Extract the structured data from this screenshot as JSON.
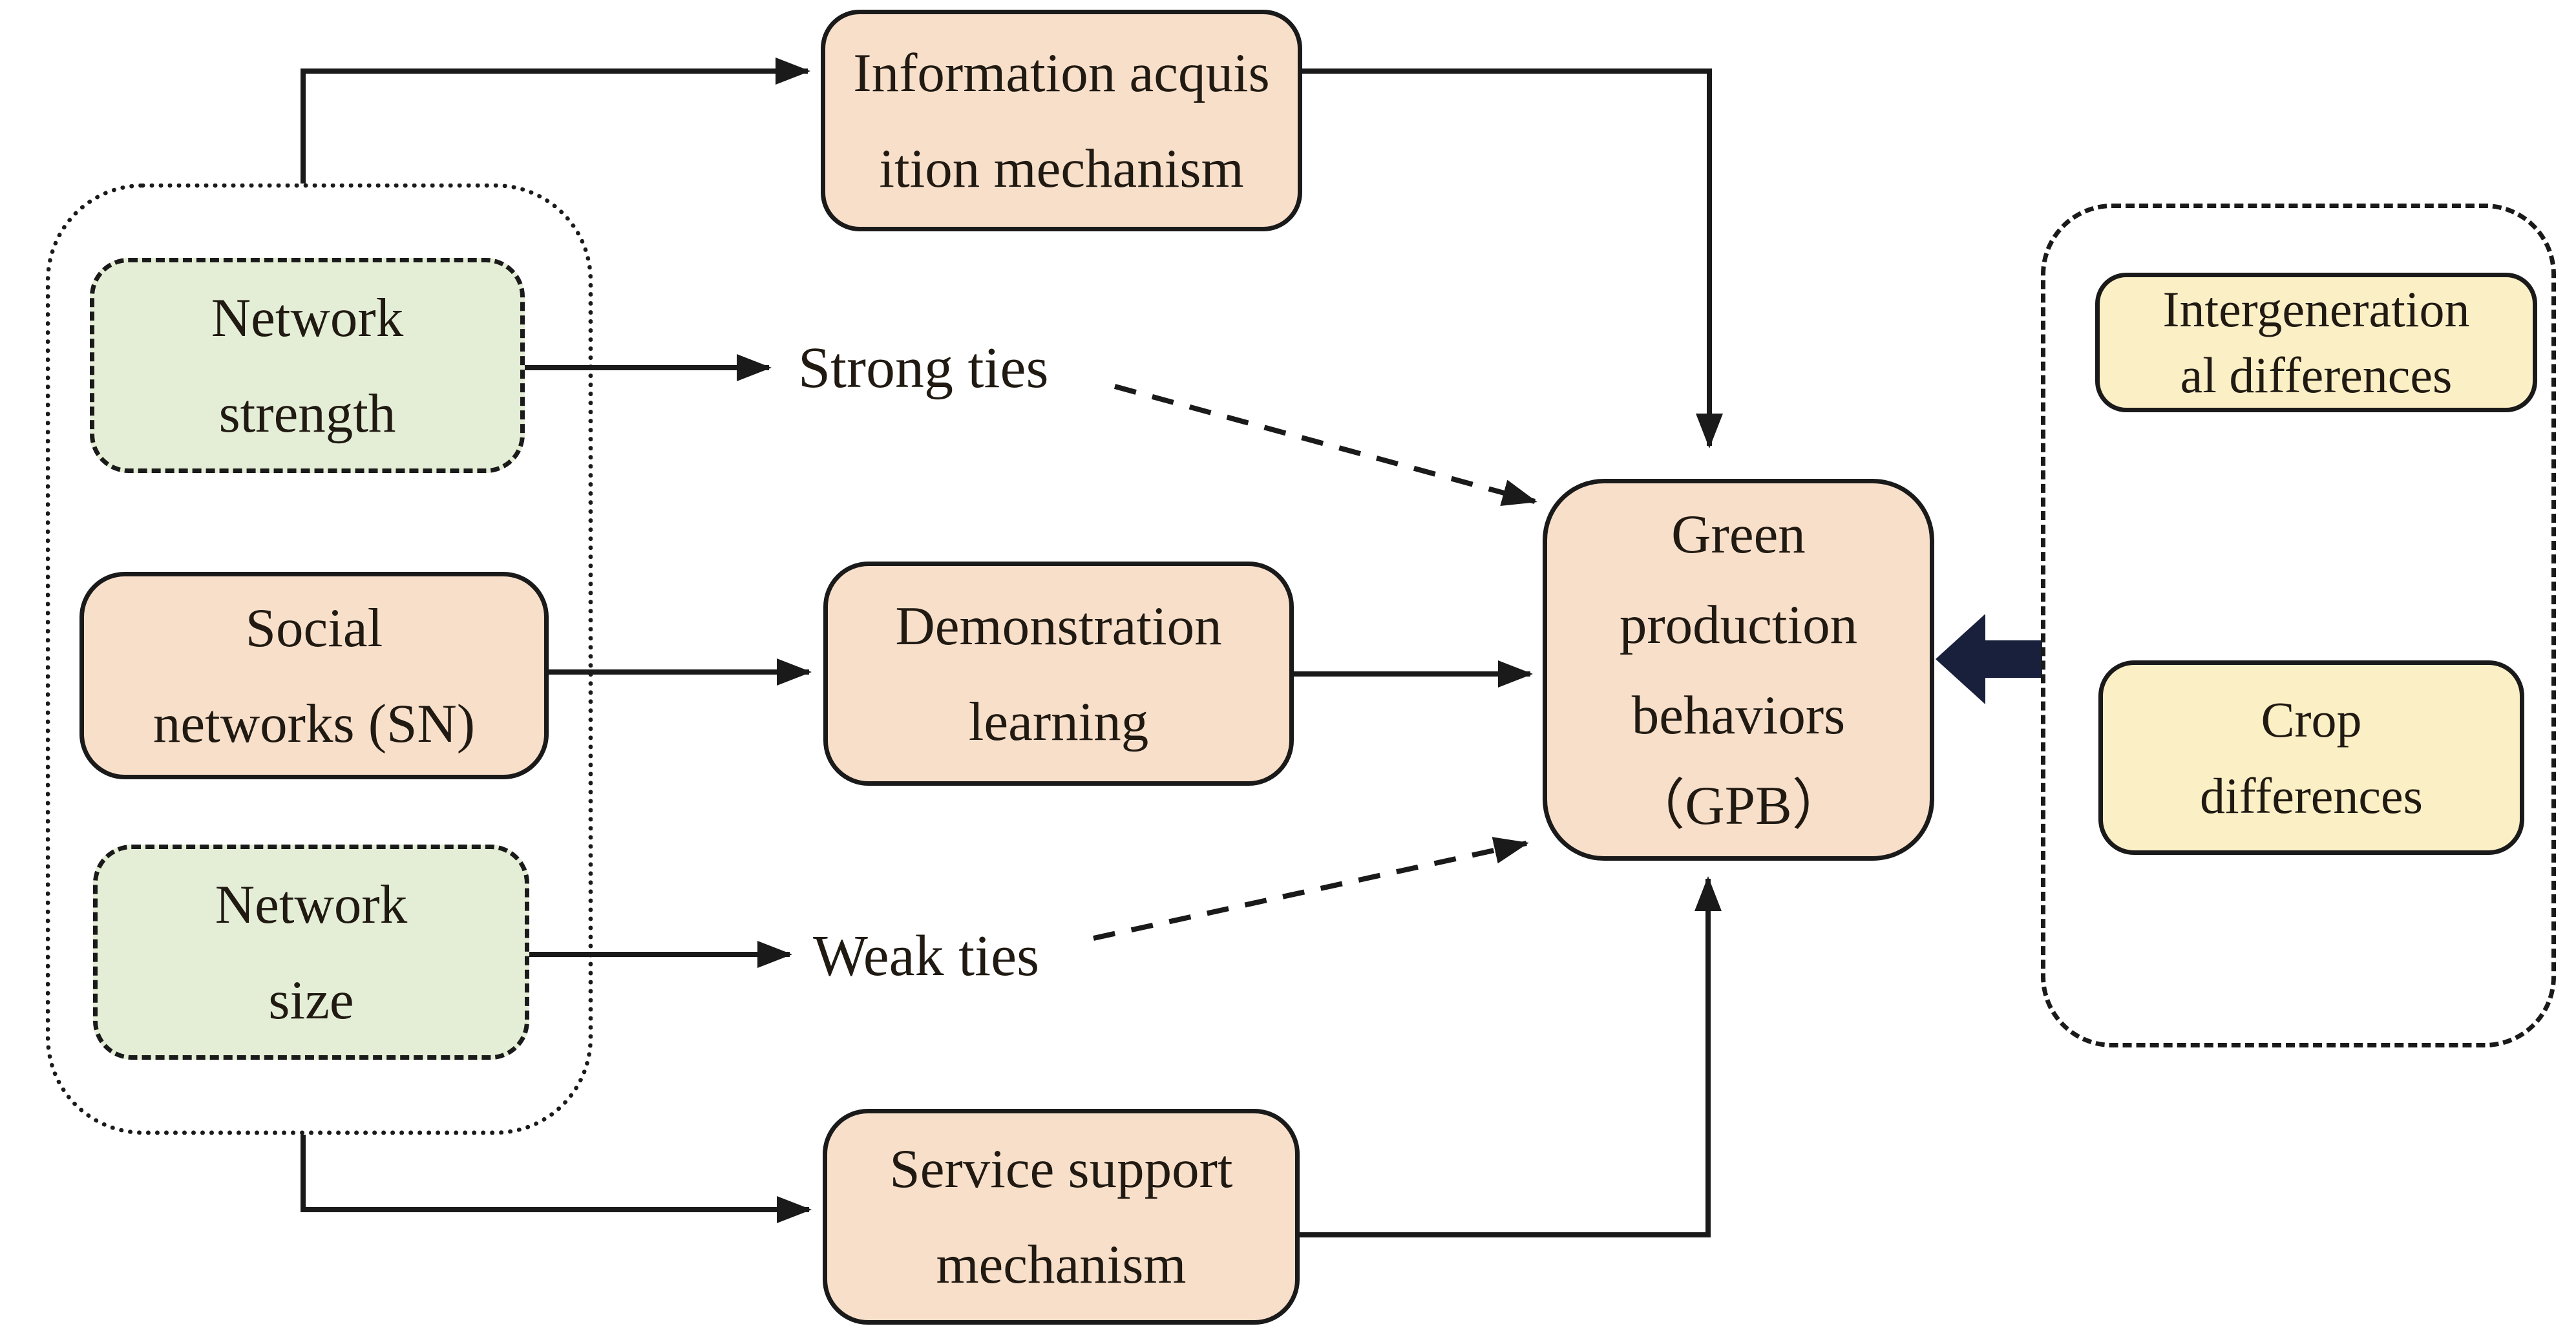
{
  "diagram": {
    "title_hint": "Social networks and green production behaviors conceptual framework",
    "nodes": {
      "info_acquisition": "Information acquis\nition mechanism",
      "network_strength": "Network\nstrength",
      "social_networks": "Social\nnetworks (SN)",
      "network_size": "Network\nsize",
      "strong_ties": "Strong ties",
      "demonstration_learning": "Demonstration\nlearning",
      "weak_ties": "Weak ties",
      "service_support": "Service support\nmechanism",
      "gpb": "Green\nproduction\nbehaviors\n（GPB）",
      "intergenerational_differences": "Intergeneration\nal differences",
      "crop_differences": "Crop\ndifferences"
    },
    "colors": {
      "mediator_fill": "#f8dfca",
      "dimension_fill": "#e4eed6",
      "moderator_fill": "#fbefc6",
      "outline": "#1a1a1a",
      "moderation_arrow": "#18203c",
      "background": "#ffffff"
    },
    "edges": [
      {
        "from": "social-networks-group",
        "to": "info-acquisition",
        "style": "solid-elbow"
      },
      {
        "from": "network-strength",
        "to": "strong-ties",
        "style": "solid"
      },
      {
        "from": "social-networks",
        "to": "demonstration-learning",
        "style": "solid"
      },
      {
        "from": "network-size",
        "to": "weak-ties",
        "style": "solid"
      },
      {
        "from": "social-networks-group",
        "to": "service-support",
        "style": "solid-elbow"
      },
      {
        "from": "info-acquisition",
        "to": "gpb",
        "style": "solid-elbow"
      },
      {
        "from": "strong-ties",
        "to": "gpb",
        "style": "dashed"
      },
      {
        "from": "demonstration-learning",
        "to": "gpb",
        "style": "solid"
      },
      {
        "from": "weak-ties",
        "to": "gpb",
        "style": "dashed"
      },
      {
        "from": "service-support",
        "to": "gpb",
        "style": "solid-elbow"
      },
      {
        "from": "moderators-group",
        "to": "gpb",
        "style": "thick-block"
      }
    ]
  }
}
